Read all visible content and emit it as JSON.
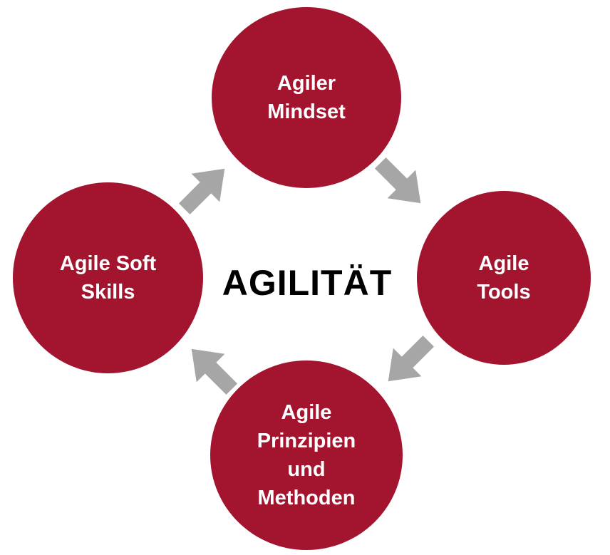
{
  "diagram": {
    "center_label": "AGILITÄT",
    "nodes": [
      {
        "id": "top",
        "label": "Agiler\nMindset"
      },
      {
        "id": "right",
        "label": "Agile\nTools"
      },
      {
        "id": "bottom",
        "label": "Agile\nPrinzipien\nund\nMethoden"
      },
      {
        "id": "left",
        "label": "Agile Soft\nSkills"
      }
    ],
    "arrows": [
      {
        "from": "left",
        "to": "top",
        "direction": "northeast"
      },
      {
        "from": "top",
        "to": "right",
        "direction": "southeast"
      },
      {
        "from": "right",
        "to": "bottom",
        "direction": "southwest"
      },
      {
        "from": "bottom",
        "to": "left",
        "direction": "northwest"
      }
    ],
    "colors": {
      "circle_fill": "#A3152F",
      "circle_text": "#FFFFFF",
      "arrow_fill": "#A6A6A6",
      "center_text": "#000000",
      "background": "#FFFFFF"
    }
  }
}
